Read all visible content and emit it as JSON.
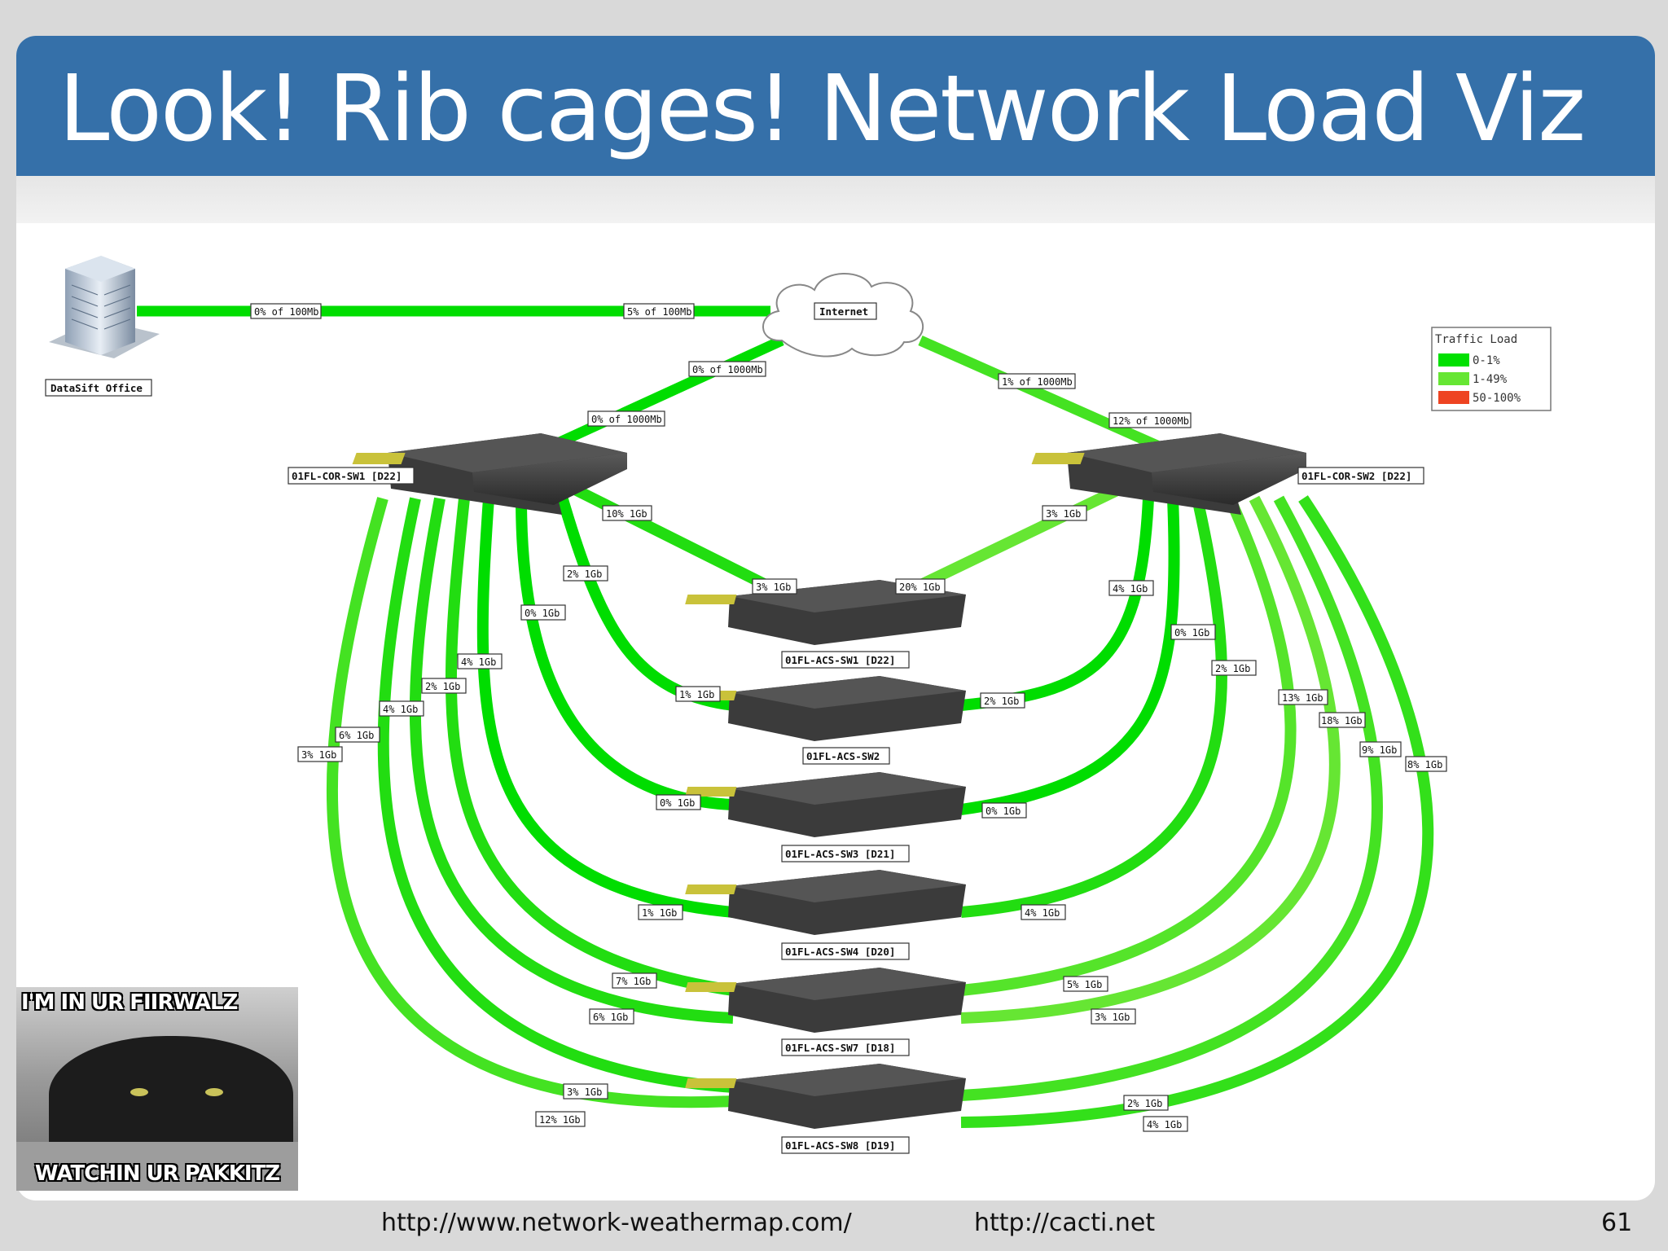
{
  "slide": {
    "title": "Look! Rib cages! Network Load Viz",
    "footer_url_1": "http://www.network-weathermap.com/",
    "footer_url_2": "http://cacti.net",
    "page_number": "61"
  },
  "meme": {
    "top_text": "I'M IN UR FIIRWALZ",
    "bottom_text": "WATCHIN UR PAKKITZ"
  },
  "legend": {
    "title": "Traffic Load",
    "items": [
      {
        "label": "0-1%",
        "color": "#00e000"
      },
      {
        "label": "1-49%",
        "color": "#66e633"
      },
      {
        "label": "50-100%",
        "color": "#ee4422"
      }
    ]
  },
  "nodes": {
    "office": "DataSift Office",
    "internet": "Internet",
    "core1": "01FL-COR-SW1 [D22]",
    "core2": "01FL-COR-SW2 [D22]",
    "acs1": "01FL-ACS-SW1 [D22]",
    "acs2": "01FL-ACS-SW2",
    "acs3": "01FL-ACS-SW3 [D21]",
    "acs4": "01FL-ACS-SW4 [D20]",
    "acs7": "01FL-ACS-SW7 [D18]",
    "acs8": "01FL-ACS-SW8 [D19]"
  },
  "links": {
    "office_internet_a": "0% of 100Mb",
    "office_internet_b": "5% of 100Mb",
    "internet_core1_a": "0% of 1000Mb",
    "internet_core1_b": "0% of 1000Mb",
    "internet_core2_a": "1% of 1000Mb",
    "internet_core2_b": "12% of 1000Mb",
    "core1_acs1_a": "10% 1Gb",
    "core1_acs1_b": "3% 1Gb",
    "core2_acs1_a": "3% 1Gb",
    "core2_acs1_b": "20% 1Gb",
    "core1_acs2_a": "2% 1Gb",
    "core1_acs2_b": "1% 1Gb",
    "core2_acs2_a": "4% 1Gb",
    "core2_acs2_b": "2% 1Gb",
    "core1_acs3_a": "0% 1Gb",
    "core1_acs3_b": "0% 1Gb",
    "core2_acs3_a": "0% 1Gb",
    "core2_acs3_b": "0% 1Gb",
    "core1_acs4_a": "4% 1Gb",
    "core1_acs4_b": "1% 1Gb",
    "core2_acs4_a": "2% 1Gb",
    "core2_acs4_b": "4% 1Gb",
    "core1_acs7_a": "2% 1Gb",
    "core1_acs7_b": "7% 1Gb",
    "core2_acs7_a": "13% 1Gb",
    "core2_acs7_b": "5% 1Gb",
    "core1_acs7c_a": "4% 1Gb",
    "core1_acs7c_b": "6% 1Gb",
    "core2_acs7c_a": "18% 1Gb",
    "core2_acs7c_b": "3% 1Gb",
    "core1_acs8_a": "6% 1Gb",
    "core1_acs8_b": "3% 1Gb",
    "core2_acs8_a": "9% 1Gb",
    "core2_acs8_b": "2% 1Gb",
    "core1_acs8c_a": "3% 1Gb",
    "core1_acs8c_b": "12% 1Gb",
    "core2_acs8c_a": "8% 1Gb",
    "core2_acs8c_b": "4% 1Gb"
  }
}
